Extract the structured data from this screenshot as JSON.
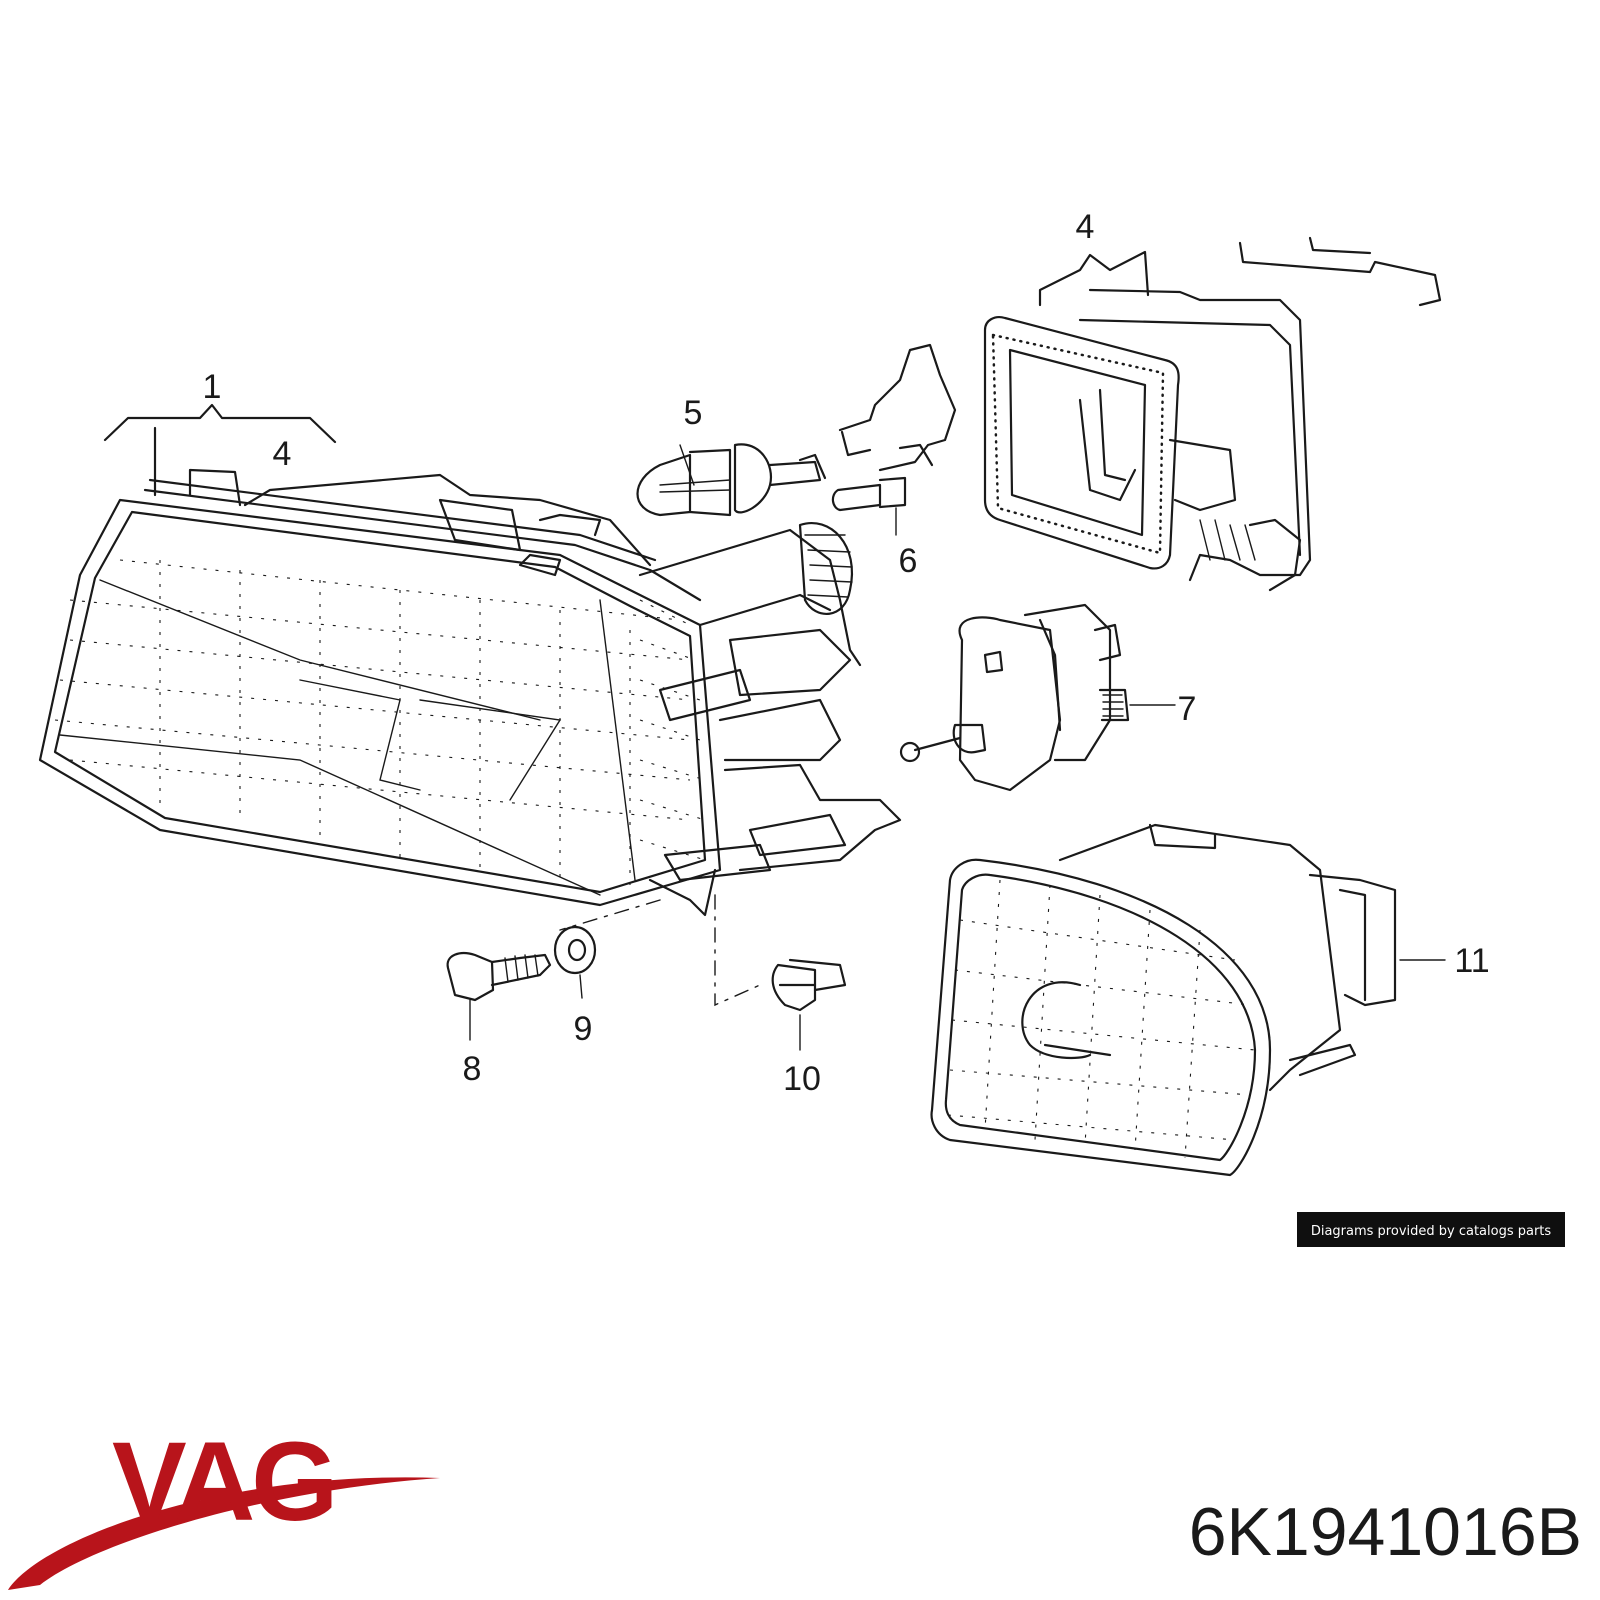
{
  "callouts": {
    "c1": "1",
    "c4a": "4",
    "c4b": "4",
    "c5": "5",
    "c6": "6",
    "c7": "7",
    "c8": "8",
    "c9": "9",
    "c10": "10",
    "c11": "11"
  },
  "credit": "Diagrams provided by catalogs parts",
  "brand": "VAG",
  "part_number": "6K1941016B",
  "colors": {
    "brand": "#b8141b",
    "ink": "#1a1a1a",
    "badge": "#0f0f0f"
  }
}
